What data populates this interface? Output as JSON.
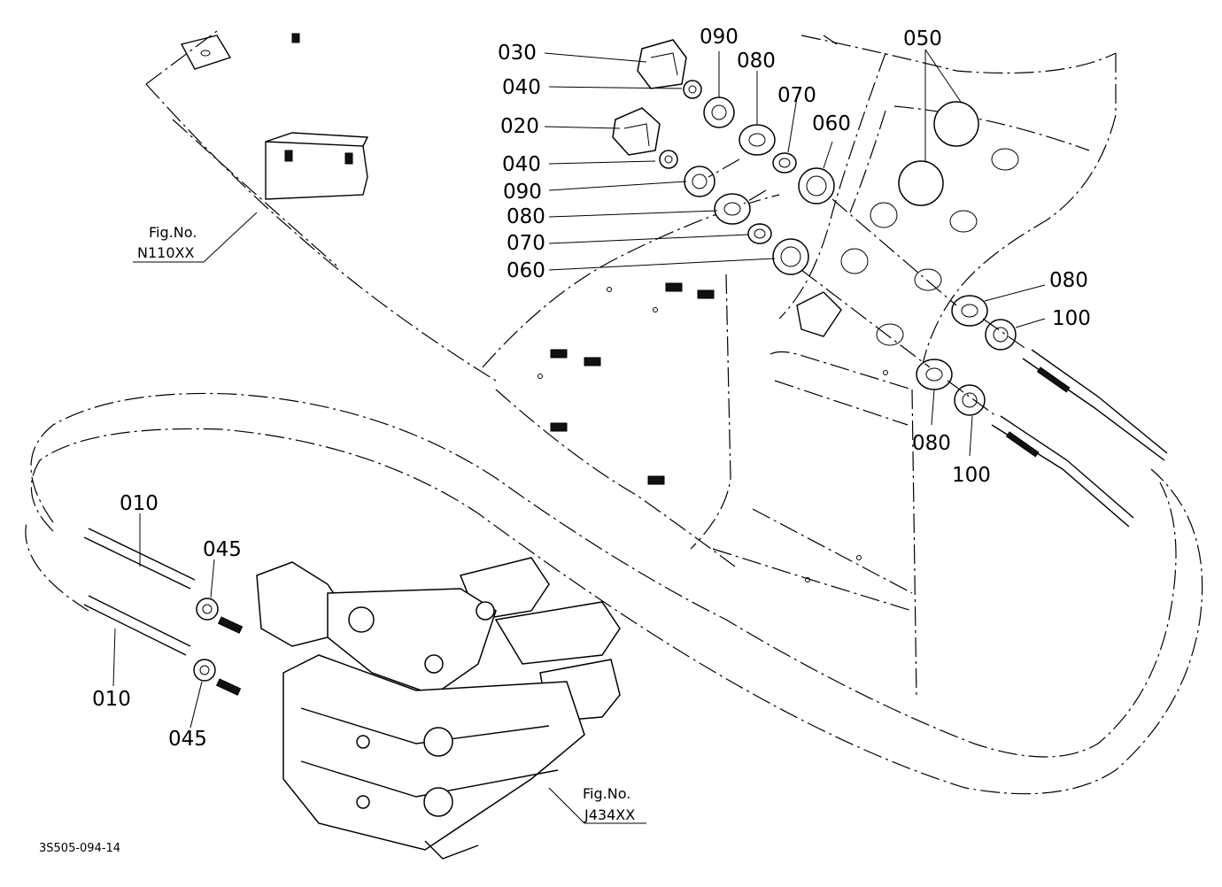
{
  "callouts": {
    "c030": "030",
    "c040a": "040",
    "c020": "020",
    "c040b": "040",
    "c090a": "090",
    "c080a": "080",
    "c070a": "070",
    "c060a": "060",
    "c090b": "090",
    "c080b": "080",
    "c070b": "070",
    "c060b": "060",
    "c050": "050",
    "c080c": "080",
    "c100a": "100",
    "c080d": "080",
    "c100b": "100",
    "c010a": "010",
    "c045a": "045",
    "c010b": "010",
    "c045b": "045"
  },
  "fig_refs": {
    "upper_label": "Fig.No.",
    "upper_code": "N110XX",
    "lower_label": "Fig.No.",
    "lower_code": "J434XX"
  },
  "drawing_code": "3S505-094-14"
}
